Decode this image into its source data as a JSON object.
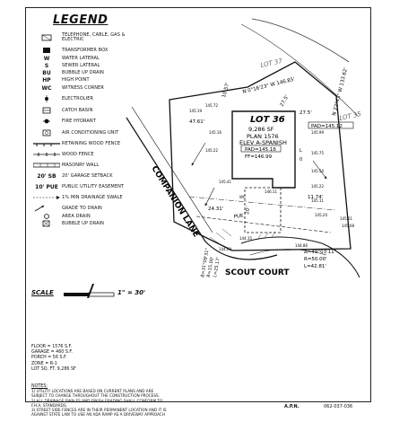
{
  "legend": {
    "title": "LEGEND",
    "items": [
      {
        "symbol": "",
        "label": "TELEPHONE, CABLE, GAS & ELECTRIC",
        "icon": "utility-box-icon"
      },
      {
        "symbol": "",
        "label": "TRANSFORMER BOX",
        "icon": "transformer-box-icon"
      },
      {
        "symbol": "W",
        "label": "WATER LATERAL",
        "icon": "water-lateral-icon"
      },
      {
        "symbol": "S",
        "label": "SEWER LATERAL",
        "icon": "sewer-lateral-icon"
      },
      {
        "symbol": "BU",
        "label": "BUBBLE UP DRAIN",
        "icon": "bubble-up-drain-icon"
      },
      {
        "symbol": "HP",
        "label": "HIGH POINT",
        "icon": "high-point-icon"
      },
      {
        "symbol": "WC",
        "label": "WITNESS CORNER",
        "icon": "witness-corner-icon"
      },
      {
        "symbol": "",
        "label": "ELECTROLIER",
        "icon": "electrolier-icon"
      },
      {
        "symbol": "",
        "label": "CATCH BASIN",
        "icon": "catch-basin-icon"
      },
      {
        "symbol": "",
        "label": "FIRE HYDRANT",
        "icon": "fire-hydrant-icon"
      },
      {
        "symbol": "",
        "label": "AIR CONDITIONING UNIT",
        "icon": "ac-unit-icon"
      },
      {
        "symbol": "",
        "label": "RETAINING WOOD FENCE",
        "icon": "retaining-fence-icon"
      },
      {
        "symbol": "",
        "label": "WOOD FENCE",
        "icon": "wood-fence-icon"
      },
      {
        "symbol": "",
        "label": "MASONRY WALL",
        "icon": "masonry-wall-icon"
      },
      {
        "symbol": "20' SB",
        "label": "20' GARAGE SETBACK",
        "icon": "setback-line-icon"
      },
      {
        "symbol": "10' PUE",
        "label": "PUBLIC UTILITY EASEMENT",
        "icon": "easement-line-icon"
      },
      {
        "symbol": "",
        "label": "1% MIN DRAINAGE SWALE",
        "icon": "drainage-swale-icon"
      },
      {
        "symbol": "",
        "label": "GRADE TO DRAIN",
        "icon": "grade-arrow-icon"
      },
      {
        "symbol": "",
        "label": "AREA DRAIN",
        "icon": "area-drain-icon"
      },
      {
        "symbol": "",
        "label": "BUBBLE UP DRAIN",
        "icon": "bubble-drain-box-icon"
      }
    ]
  },
  "scale": {
    "label": "SCALE",
    "value": "1\" = 30'"
  },
  "stats": [
    "FLOOR = 1576 S.F.",
    "GARAGE = 460 S.F.",
    "PORCH = 56 S.F.",
    "ZONE = R-1",
    "LOT SQ. FT. 9,286 SF"
  ],
  "notes": {
    "title": "NOTES:",
    "items": [
      "1) UTILITY LOCATIONS ARE BASED ON CURRENT PLANS AND ARE",
      "SUBJECT TO CHANGE THROUGHOUT THE CONSTRUCTION PROCESS.",
      "2) ALL DRAINAGE SWALES AND FINISH GRADING SHALL CONFORM TO",
      "F.H.A. STANDARDS.",
      "3) STREET SIDE FENCES ARE IN THEIR PERMANENT LOCATION AND IT IS",
      "AGAINST STATE LAW TO USE AN ADA RAMP AS A DRIVEWAY APPROACH"
    ]
  },
  "apn": {
    "label": "A.P.N.",
    "value": "062-037-036"
  },
  "plan": {
    "lot_label": "LOT 36",
    "lot_area": "9,286 SF",
    "plan_name": "PLAN 1576",
    "elevation": "ELEV A-SPANISH",
    "pad": "PAD=145.16",
    "ff": "FF=146.99",
    "lot_37": "LOT 37",
    "lot_35": "LOT 35",
    "lot_35_pad": "PAD=145.12",
    "north_bearing": "N 0°16'23\" W 146.85'",
    "east_bearing": "N 22°43\" W 133.62'",
    "street_companion": "COMPANION LANE",
    "street_scout": "SCOUT COURT",
    "curve_1": "Δ=49°03'11\"",
    "curve_2": "R=50.00'",
    "curve_3": "L=42.81'",
    "arc_1": "Δ=31°09'31\"",
    "arc_2": "R=15.00'",
    "arc_3": "L=25.17'",
    "dim_left": "47.61'",
    "dim_top": "10.57'",
    "dim_top2": "27.5'",
    "dim_corner": "27.5'",
    "dim_right": "11.74'",
    "dim_front": "24.31'",
    "dim_20": "20'",
    "pue": "PUE",
    "elev": [
      "145.19",
      "145.72",
      "145.16",
      "145.22",
      "145.99",
      "145.75",
      "145.50",
      "145.22",
      "145.61",
      "144.86",
      "144.60",
      "145.08",
      "145.11",
      "145.41",
      "144.35",
      "146.11",
      "145.20"
    ],
    "corner_marks": [
      "0",
      "L",
      "WC"
    ]
  }
}
